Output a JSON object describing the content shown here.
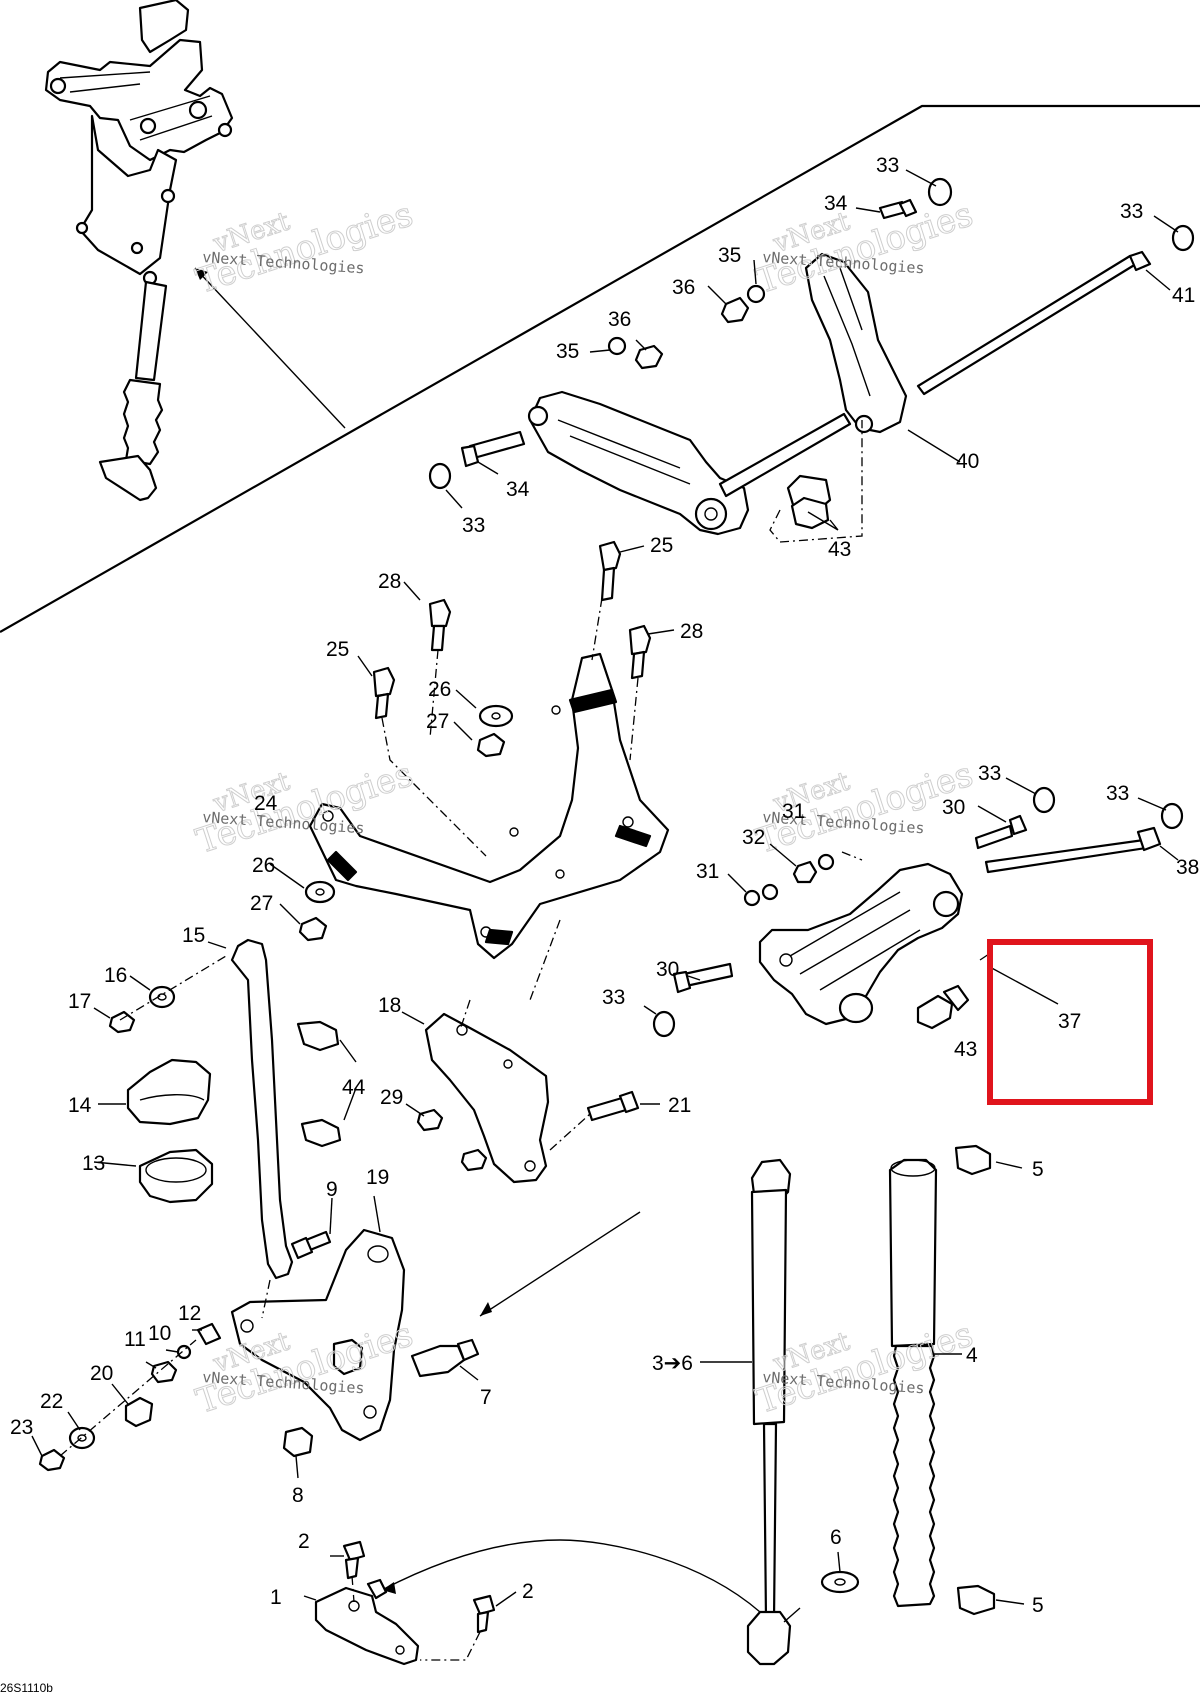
{
  "drawing_ref": "26S1110b",
  "watermark": {
    "line1": "vNext",
    "line2": "Technologies",
    "small": "vNext Technologies"
  },
  "highlight_color": "#e0141c",
  "callouts": {
    "c1": "1",
    "c2a": "2",
    "c2b": "2",
    "c3": "3➔6",
    "c4": "4",
    "c5a": "5",
    "c5b": "5",
    "c6": "6",
    "c7": "7",
    "c8": "8",
    "c9": "9",
    "c10": "10",
    "c11": "11",
    "c12": "12",
    "c13": "13",
    "c14": "14",
    "c15": "15",
    "c16": "16",
    "c17": "17",
    "c18": "18",
    "c19": "19",
    "c20": "20",
    "c21": "21",
    "c22": "22",
    "c23": "23",
    "c24": "24",
    "c25a": "25",
    "c25b": "25",
    "c26a": "26",
    "c26b": "26",
    "c27a": "27",
    "c27b": "27",
    "c28a": "28",
    "c28b": "28",
    "c29": "29",
    "c30a": "30",
    "c30b": "30",
    "c31a": "31",
    "c31b": "31",
    "c32": "32",
    "c33a": "33",
    "c33b": "33",
    "c33c": "33",
    "c33d": "33",
    "c33e": "33",
    "c33f": "33",
    "c34a": "34",
    "c34b": "34",
    "c35a": "35",
    "c35b": "35",
    "c36a": "36",
    "c36b": "36",
    "c37": "37",
    "c38": "38",
    "c40": "40",
    "c41": "41",
    "c43a": "43",
    "c43b": "43",
    "c44": "44"
  }
}
